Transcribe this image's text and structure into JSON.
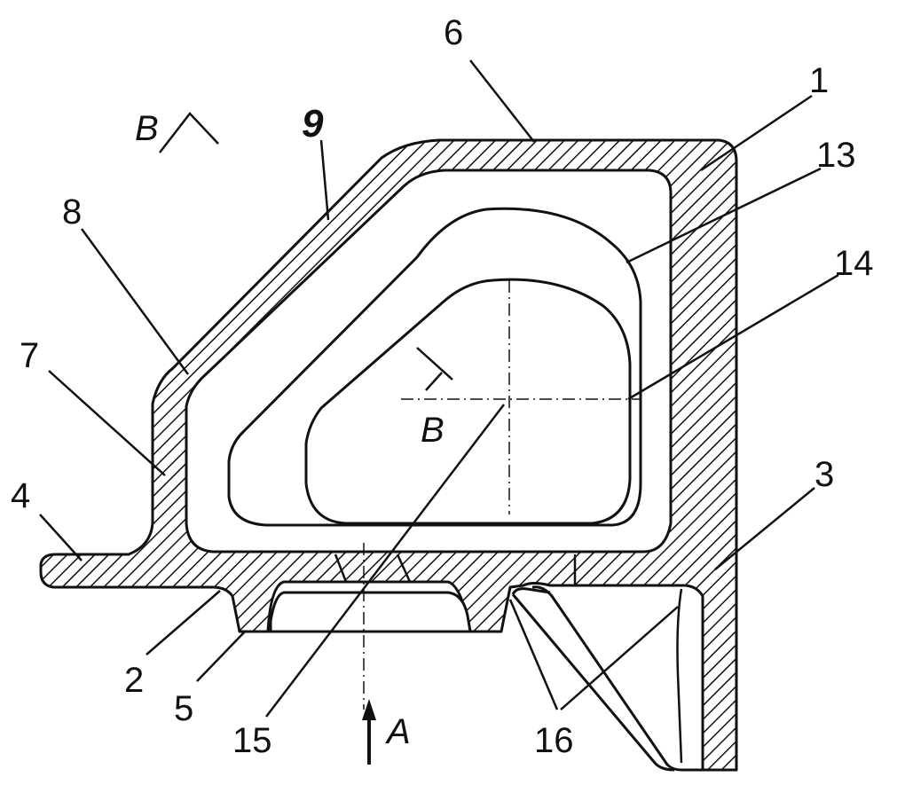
{
  "diagram": {
    "labels": {
      "l1": "1",
      "l2": "2",
      "l3": "3",
      "l4": "4",
      "l5": "5",
      "l6": "6",
      "l7": "7",
      "l8": "8",
      "l9": "9",
      "l13": "13",
      "l14": "14",
      "l15": "15",
      "l16": "16",
      "section_b_top": "B",
      "section_b_center": "B",
      "view_a": "A"
    }
  }
}
